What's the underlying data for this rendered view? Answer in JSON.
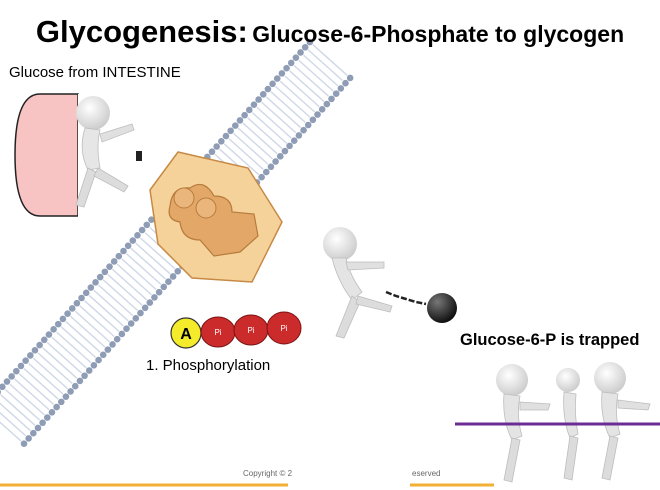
{
  "title": {
    "main": "Glycogenesis:",
    "subtitle": "Glucose-6-Phosphate to glycogen"
  },
  "labels": {
    "intestine": "Glucose from INTESTINE",
    "step": "1. Phosphorylation",
    "trapped": "Glucose-6-P is trapped"
  },
  "atp": {
    "adenosine": "A",
    "phosphates": [
      "Pi",
      "Pi",
      "Pi"
    ]
  },
  "footer": {
    "copyright_left": "Copyright © 2",
    "copyright_right": "eserved"
  },
  "colors": {
    "membrane_bead": "#8e9db5",
    "membrane_tail": "#cfd8e6",
    "transporter_light": "#f5d29a",
    "transporter_dark": "#e3a868",
    "intestine_fill": "#f7c3c3",
    "adenosine": "#f4ec2a",
    "phosphate": "#cc2b2b",
    "ball_chain": "#222222",
    "bar": "#6a2d96",
    "footer_line": "#f2b135"
  }
}
